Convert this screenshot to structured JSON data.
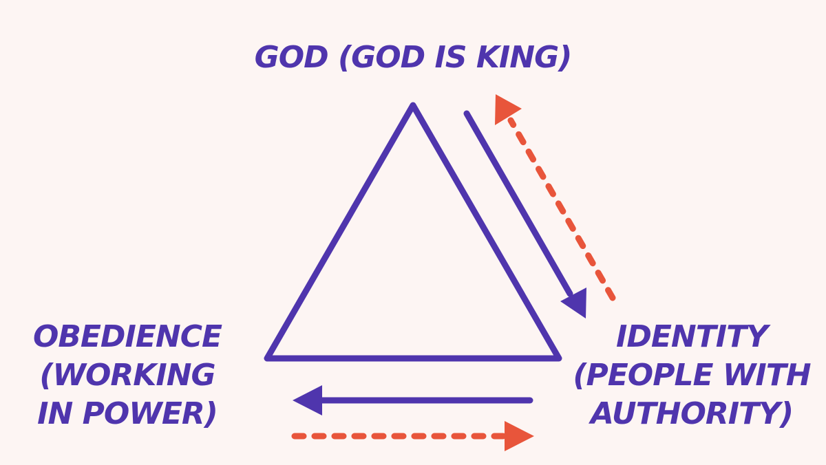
{
  "colors": {
    "background": "#fdf5f3",
    "primary": "#4f35ad",
    "accent": "#e8553b"
  },
  "nodes": {
    "top": {
      "lines": [
        "GOD (GOD IS KING)"
      ]
    },
    "left": {
      "lines": [
        "OBEDIENCE",
        "(WORKING",
        "IN POWER)"
      ]
    },
    "right": {
      "lines": [
        "IDENTITY",
        "(PEOPLE WITH",
        "AUTHORITY)"
      ]
    }
  },
  "arrows": [
    {
      "from": "top",
      "to": "right",
      "style": "solid",
      "color": "primary"
    },
    {
      "from": "right",
      "to": "top",
      "style": "dashed",
      "color": "accent"
    },
    {
      "from": "right",
      "to": "left",
      "style": "solid",
      "color": "primary"
    },
    {
      "from": "left",
      "to": "right",
      "style": "dashed",
      "color": "accent"
    }
  ],
  "icons": {
    "center": "triangle-outline-icon"
  }
}
